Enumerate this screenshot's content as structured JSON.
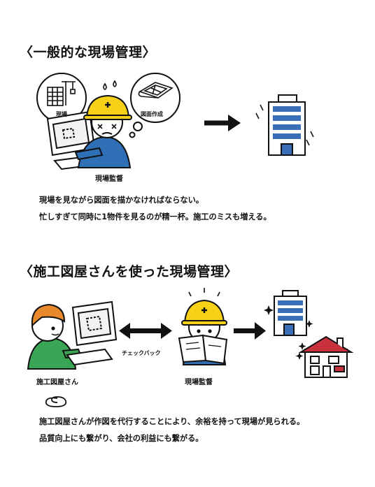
{
  "section1": {
    "heading": "〈一般的な現場管理〉",
    "bubble_site_label": "現場",
    "bubble_drawing_label": "図面作成",
    "person_label": "現場監督",
    "description_line1": "現場を見ながら図面を描かなければならない。",
    "description_line2": "忙しすぎて同時に1物件を見るのが精一杯。施工のミスも増える。"
  },
  "section2": {
    "heading": "〈施工図屋さんを使った現場管理〉",
    "drafter_label": "施工図屋さん",
    "checkback_label": "チェックバック",
    "supervisor_label": "現場監督",
    "description_line1": "施工図屋さんが作図を代行することにより、余裕を持って現場が見られる。",
    "description_line2": "品質向上にも繋がり、会社の利益にも繋がる。"
  },
  "colors": {
    "helmet_yellow": "#f7d117",
    "shirt_blue": "#2f6fb5",
    "building_blue": "#3a6fb8",
    "drafter_hair": "#e8892b",
    "drafter_shirt": "#3aa655",
    "house_roof_red": "#c8323c",
    "ink": "#111111"
  }
}
